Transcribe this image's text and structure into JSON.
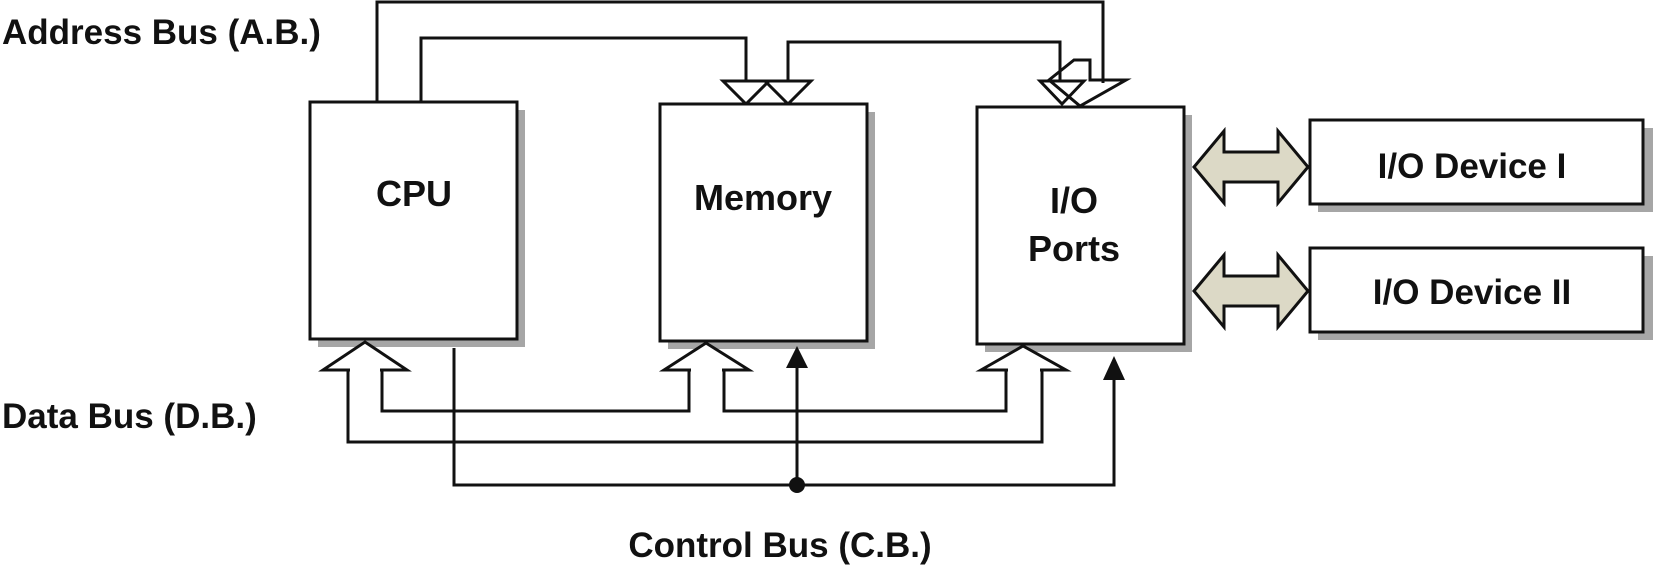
{
  "labels": {
    "address_bus": "Address Bus (A.B.)",
    "data_bus": "Data Bus (D.B.)",
    "control_bus": "Control Bus (C.B.)"
  },
  "blocks": {
    "cpu": "CPU",
    "memory": "Memory",
    "io_ports_line1": "I/O",
    "io_ports_line2": "Ports",
    "io_device_1": "I/O Device I",
    "io_device_2": "I/O Device II"
  },
  "colors": {
    "line": "#111111",
    "shadow": "#a6a6a6",
    "device_link_fill": "#dcd9c6"
  }
}
